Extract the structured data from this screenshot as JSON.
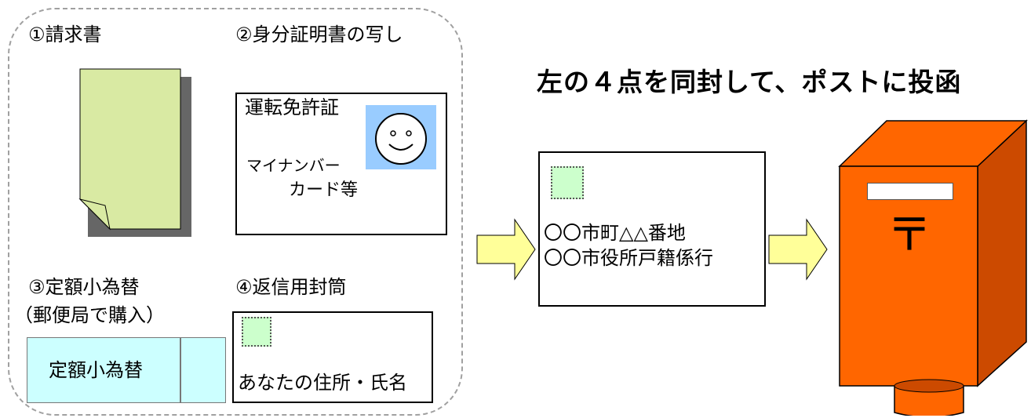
{
  "group": {
    "items": [
      {
        "label": "①請求書"
      },
      {
        "label": "②身分証明書の写し"
      },
      {
        "label": "③定額小為替"
      },
      {
        "label": "④返信用封筒"
      }
    ],
    "purchase_note": "（郵便局で購入）"
  },
  "id_card": {
    "line1": "運転免許証",
    "line2": "マイナンバー",
    "line3": "カード等",
    "photo_color": "#99ccff"
  },
  "money_order": {
    "label": "定額小為替",
    "color": "#ccffff"
  },
  "return_envelope": {
    "label": "あなたの住所・氏名"
  },
  "instruction": "左の４点を同封して、ポストに投函",
  "envelope": {
    "address_line1": "〇〇市町△△番地",
    "address_line2": "〇〇市役所戸籍係行"
  },
  "postbox": {
    "symbol": "〒",
    "color": "#ff6600"
  },
  "colors": {
    "document": "#d9eaa3",
    "arrow": "#ffff99",
    "stamp": "#ccffcc"
  }
}
